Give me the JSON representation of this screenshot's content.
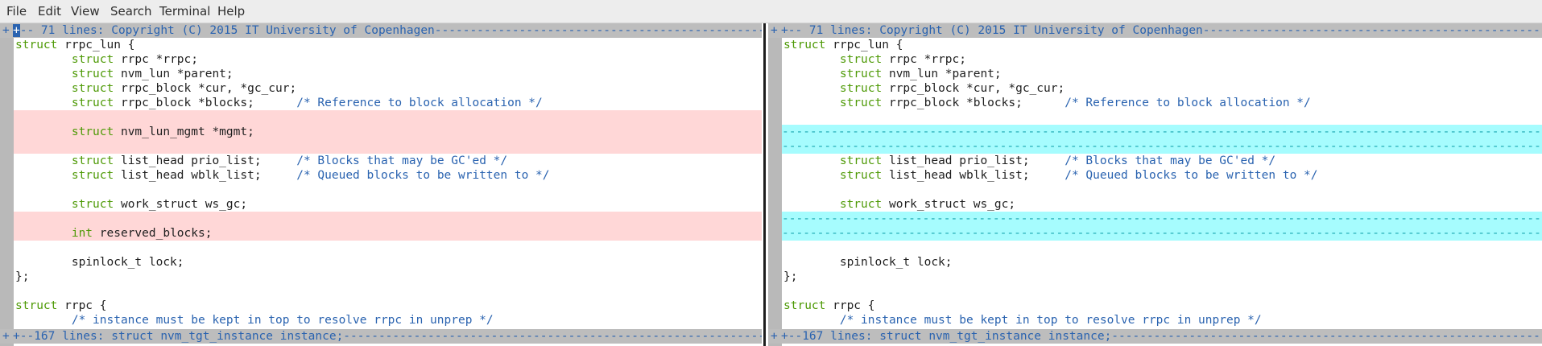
{
  "menu": {
    "items": [
      "File",
      "Edit",
      "View",
      "Search",
      "Terminal",
      "Help"
    ]
  },
  "colors": {
    "deleted_line_bg": "#ffd7d7",
    "filler_line_bg": "#a6fcfe",
    "fold_bg": "#bdbdbd",
    "keyword": "#4e9a06",
    "comment": "#2a63b0"
  },
  "left": {
    "fold_top": "-- 71 lines: Copyright (C) 2015 IT University of Copenhagen------------------------------------------------------------------------------------------------------",
    "fold_bottom": "--167 lines: struct nvm_tgt_instance instance;------------------------------------------------------------------------------------------------------------------",
    "lines": [
      {
        "type": "code",
        "parts": [
          {
            "k": "kw",
            "t": "struct"
          },
          {
            "k": "",
            "t": " rrpc_lun {"
          }
        ]
      },
      {
        "type": "code",
        "parts": [
          {
            "k": "",
            "t": "        "
          },
          {
            "k": "kw",
            "t": "struct"
          },
          {
            "k": "",
            "t": " rrpc *rrpc;"
          }
        ]
      },
      {
        "type": "code",
        "parts": [
          {
            "k": "",
            "t": "        "
          },
          {
            "k": "kw",
            "t": "struct"
          },
          {
            "k": "",
            "t": " nvm_lun *parent;"
          }
        ]
      },
      {
        "type": "code",
        "parts": [
          {
            "k": "",
            "t": "        "
          },
          {
            "k": "kw",
            "t": "struct"
          },
          {
            "k": "",
            "t": " rrpc_block *cur, *gc_cur;"
          }
        ]
      },
      {
        "type": "code",
        "parts": [
          {
            "k": "",
            "t": "        "
          },
          {
            "k": "kw",
            "t": "struct"
          },
          {
            "k": "",
            "t": " rrpc_block *blocks;      "
          },
          {
            "k": "cm",
            "t": "/* Reference to block allocation */"
          }
        ]
      },
      {
        "type": "del",
        "parts": []
      },
      {
        "type": "del",
        "parts": [
          {
            "k": "",
            "t": "        "
          },
          {
            "k": "kw",
            "t": "struct"
          },
          {
            "k": "",
            "t": " nvm_lun_mgmt *mgmt;"
          }
        ]
      },
      {
        "type": "del",
        "parts": []
      },
      {
        "type": "code",
        "parts": [
          {
            "k": "",
            "t": "        "
          },
          {
            "k": "kw",
            "t": "struct"
          },
          {
            "k": "",
            "t": " list_head prio_list;     "
          },
          {
            "k": "cm",
            "t": "/* Blocks that may be GC'ed */"
          }
        ]
      },
      {
        "type": "code",
        "parts": [
          {
            "k": "",
            "t": "        "
          },
          {
            "k": "kw",
            "t": "struct"
          },
          {
            "k": "",
            "t": " list_head wblk_list;     "
          },
          {
            "k": "cm",
            "t": "/* Queued blocks to be written to */"
          }
        ]
      },
      {
        "type": "code",
        "parts": []
      },
      {
        "type": "code",
        "parts": [
          {
            "k": "",
            "t": "        "
          },
          {
            "k": "kw",
            "t": "struct"
          },
          {
            "k": "",
            "t": " work_struct ws_gc;"
          }
        ]
      },
      {
        "type": "del",
        "parts": []
      },
      {
        "type": "del",
        "parts": [
          {
            "k": "",
            "t": "        "
          },
          {
            "k": "kw",
            "t": "int"
          },
          {
            "k": "",
            "t": " reserved_blocks;"
          }
        ]
      },
      {
        "type": "code",
        "parts": []
      },
      {
        "type": "code",
        "parts": [
          {
            "k": "",
            "t": "        spinlock_t lock;"
          }
        ]
      },
      {
        "type": "code",
        "parts": [
          {
            "k": "",
            "t": "};"
          }
        ]
      },
      {
        "type": "code",
        "parts": []
      },
      {
        "type": "code",
        "parts": [
          {
            "k": "kw",
            "t": "struct"
          },
          {
            "k": "",
            "t": " rrpc {"
          }
        ]
      },
      {
        "type": "code",
        "parts": [
          {
            "k": "",
            "t": "        "
          },
          {
            "k": "cm",
            "t": "/* instance must be kept in top to resolve rrpc in unprep */"
          }
        ]
      }
    ]
  },
  "right": {
    "fold_top": "-- 71 lines: Copyright (C) 2015 IT University of Copenhagen------------------------------------------------------------------------------------------------------",
    "fold_bottom": "--167 lines: struct nvm_tgt_instance instance;------------------------------------------------------------------------------------------------------------------",
    "lines": [
      {
        "type": "code",
        "parts": [
          {
            "k": "kw",
            "t": "struct"
          },
          {
            "k": "",
            "t": " rrpc_lun {"
          }
        ]
      },
      {
        "type": "code",
        "parts": [
          {
            "k": "",
            "t": "        "
          },
          {
            "k": "kw",
            "t": "struct"
          },
          {
            "k": "",
            "t": " rrpc *rrpc;"
          }
        ]
      },
      {
        "type": "code",
        "parts": [
          {
            "k": "",
            "t": "        "
          },
          {
            "k": "kw",
            "t": "struct"
          },
          {
            "k": "",
            "t": " nvm_lun *parent;"
          }
        ]
      },
      {
        "type": "code",
        "parts": [
          {
            "k": "",
            "t": "        "
          },
          {
            "k": "kw",
            "t": "struct"
          },
          {
            "k": "",
            "t": " rrpc_block *cur, *gc_cur;"
          }
        ]
      },
      {
        "type": "code",
        "parts": [
          {
            "k": "",
            "t": "        "
          },
          {
            "k": "kw",
            "t": "struct"
          },
          {
            "k": "",
            "t": " rrpc_block *blocks;      "
          },
          {
            "k": "cm",
            "t": "/* Reference to block allocation */"
          }
        ]
      },
      {
        "type": "code",
        "parts": []
      },
      {
        "type": "filler",
        "parts": []
      },
      {
        "type": "filler",
        "parts": []
      },
      {
        "type": "code",
        "parts": [
          {
            "k": "",
            "t": "        "
          },
          {
            "k": "kw",
            "t": "struct"
          },
          {
            "k": "",
            "t": " list_head prio_list;     "
          },
          {
            "k": "cm",
            "t": "/* Blocks that may be GC'ed */"
          }
        ]
      },
      {
        "type": "code",
        "parts": [
          {
            "k": "",
            "t": "        "
          },
          {
            "k": "kw",
            "t": "struct"
          },
          {
            "k": "",
            "t": " list_head wblk_list;     "
          },
          {
            "k": "cm",
            "t": "/* Queued blocks to be written to */"
          }
        ]
      },
      {
        "type": "code",
        "parts": []
      },
      {
        "type": "code",
        "parts": [
          {
            "k": "",
            "t": "        "
          },
          {
            "k": "kw",
            "t": "struct"
          },
          {
            "k": "",
            "t": " work_struct ws_gc;"
          }
        ]
      },
      {
        "type": "filler",
        "parts": []
      },
      {
        "type": "filler",
        "parts": []
      },
      {
        "type": "code",
        "parts": []
      },
      {
        "type": "code",
        "parts": [
          {
            "k": "",
            "t": "        spinlock_t lock;"
          }
        ]
      },
      {
        "type": "code",
        "parts": [
          {
            "k": "",
            "t": "};"
          }
        ]
      },
      {
        "type": "code",
        "parts": []
      },
      {
        "type": "code",
        "parts": [
          {
            "k": "kw",
            "t": "struct"
          },
          {
            "k": "",
            "t": " rrpc {"
          }
        ]
      },
      {
        "type": "code",
        "parts": [
          {
            "k": "",
            "t": "        "
          },
          {
            "k": "cm",
            "t": "/* instance must be kept in top to resolve rrpc in unprep */"
          }
        ]
      }
    ]
  }
}
